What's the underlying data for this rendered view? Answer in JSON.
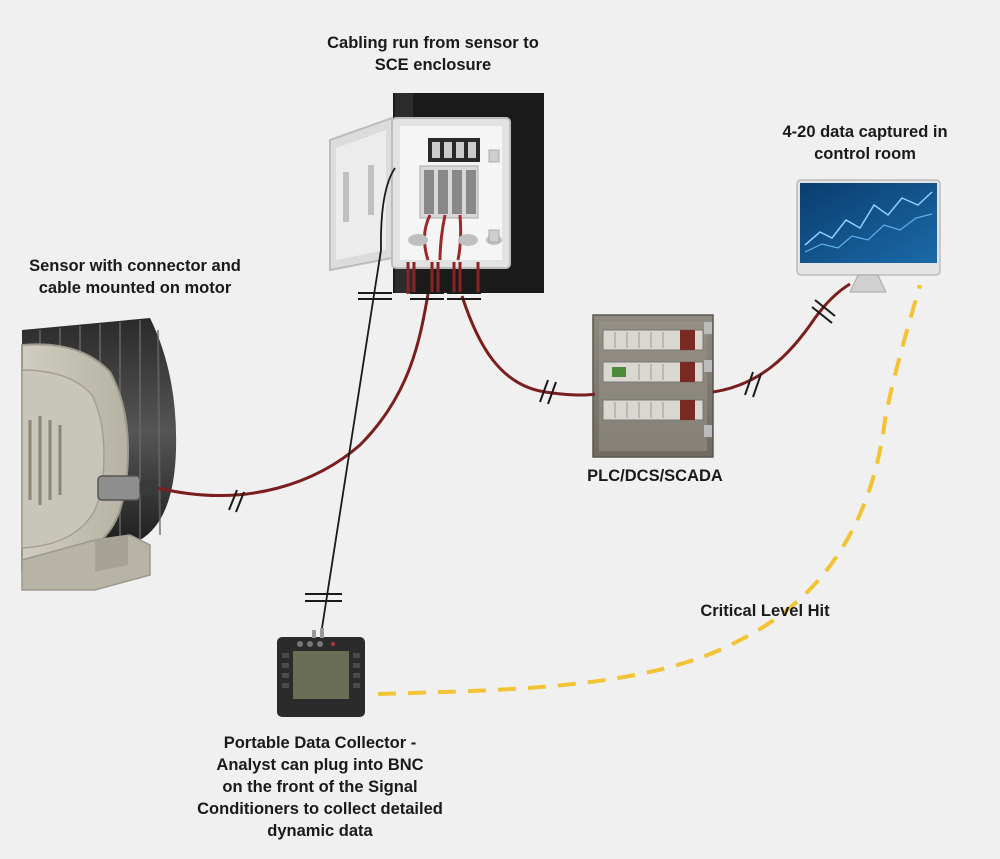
{
  "labels": {
    "enclosure": [
      "Cabling run from sensor to",
      "SCE enclosure"
    ],
    "motor": [
      "Sensor with connector and",
      "cable mounted on motor"
    ],
    "control_room": [
      "4-20 data captured in",
      "control room"
    ],
    "plc": [
      "PLC/DCS/SCADA"
    ],
    "critical": [
      "Critical Level Hit"
    ],
    "collector": [
      "Portable Data Collector -",
      "Analyst can plug into BNC",
      "on the front of the Signal",
      "Conditioners to collect detailed",
      "dynamic data"
    ]
  },
  "colors": {
    "background": "#f0f0f0",
    "cable": "#7a1e1e",
    "bnc_cable": "#1a1a1a",
    "alert_dash": "#f2c335",
    "text": "#1a1a1a"
  }
}
